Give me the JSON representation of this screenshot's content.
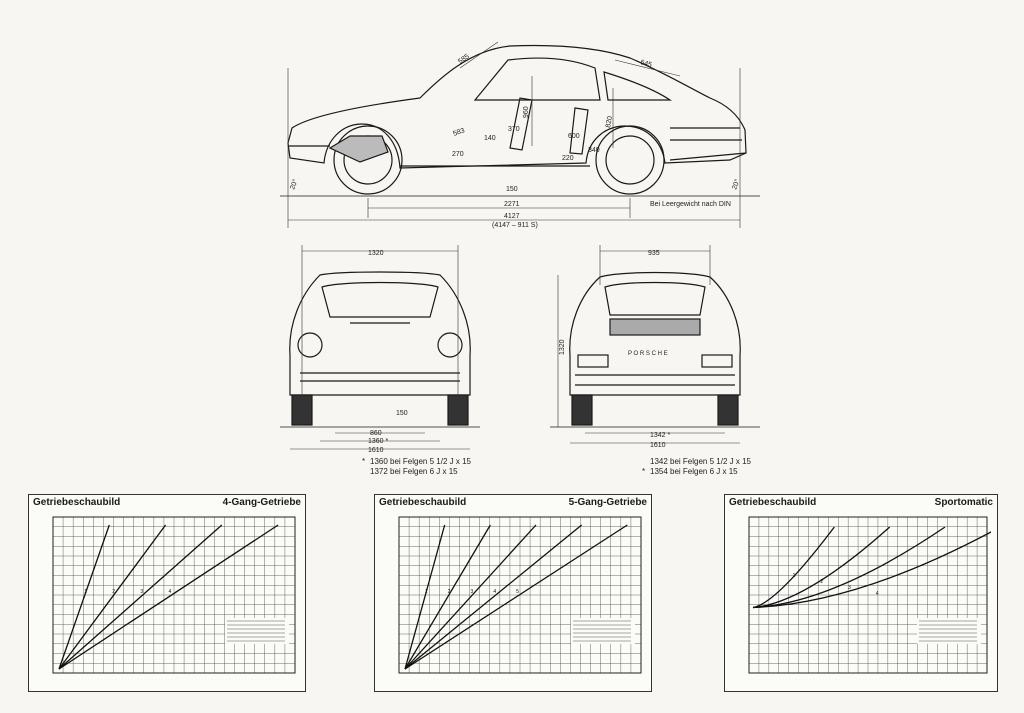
{
  "side_view": {
    "dims": {
      "roof_front": "585",
      "roof_rear": "645",
      "height_inner": "960",
      "seat_back": "820",
      "leg_front": "583",
      "leg_rear": "600",
      "knee": "370",
      "seat_h": "140",
      "floor_front": "270",
      "floor_rear": "220",
      "rear_space": "340",
      "ground": "150",
      "wheelbase": "2271",
      "length": "4127",
      "length_s": "(4147 – 911 S)",
      "angle_front": "20°",
      "angle_rear": "20°",
      "weight_note": "Bei Leergewicht nach DIN"
    }
  },
  "front_view": {
    "width_top": "1320",
    "ground": "150",
    "track_inner": "860",
    "track": "1360 *",
    "width_total": "1610",
    "notes": [
      {
        "star": "*",
        "text": "1360 bei Felgen 5 1/2 J x 15"
      },
      {
        "star": "",
        "text": "1372 bei Felgen 6 J x 15"
      }
    ]
  },
  "rear_view": {
    "width_top": "935",
    "height": "1320",
    "badge": "P O R S C H E",
    "track": "1342 *",
    "width_total": "1610",
    "notes": [
      {
        "star": "",
        "text": "1342 bei Felgen 5 1/2 J x 15"
      },
      {
        "star": "*",
        "text": "1354 bei Felgen 6 J x 15"
      }
    ]
  },
  "charts": [
    {
      "title": "Getriebeschaubild",
      "variant": "4-Gang-Getriebe",
      "gears": [
        "1",
        "2",
        "3",
        "4"
      ],
      "curved": false
    },
    {
      "title": "Getriebeschaubild",
      "variant": "5-Gang-Getriebe",
      "gears": [
        "1",
        "2",
        "3",
        "4",
        "5"
      ],
      "curved": false
    },
    {
      "title": "Getriebeschaubild",
      "variant": "Sportomatic",
      "gears": [
        "1",
        "2",
        "3",
        "4"
      ],
      "curved": true
    }
  ]
}
